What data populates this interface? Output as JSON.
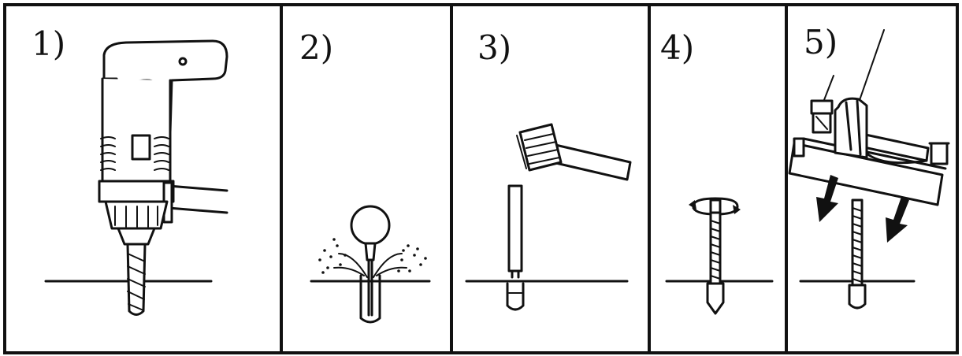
{
  "steps": [
    {
      "number": "1)",
      "action": "drill-hole"
    },
    {
      "number": "2)",
      "action": "blow-out-dust"
    },
    {
      "number": "3)",
      "action": "hammer-in-anchor"
    },
    {
      "number": "4)",
      "action": "screw-in-threaded-rod"
    },
    {
      "number": "5)",
      "action": "mount-fixture"
    }
  ],
  "colors": {
    "ink": "#111111",
    "paper": "#ffffff"
  }
}
